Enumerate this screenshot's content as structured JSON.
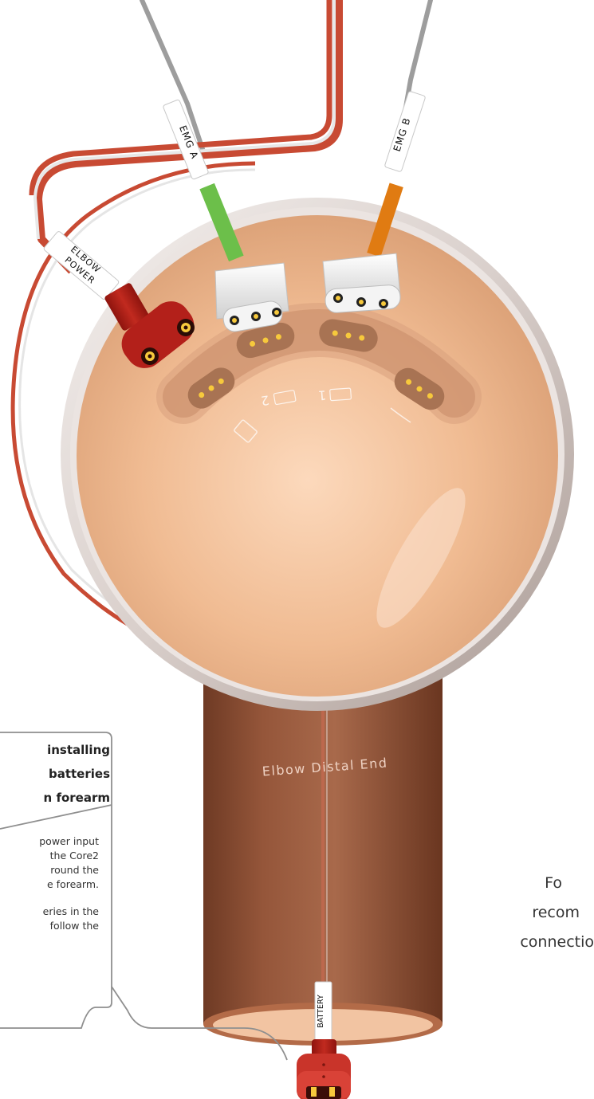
{
  "labels": {
    "emg_a": "EMG A",
    "emg_b": "EMG B",
    "elbow_power_line1": "ELBOW",
    "elbow_power_line2": "POWER",
    "elbow_distal_end": "Elbow Distal End",
    "battery": "BATTERY",
    "slot_number_2": "2",
    "slot_number_1": "1"
  },
  "callout": {
    "heading_lines": [
      "installing",
      "batteries",
      "n forearm"
    ],
    "body_lines": [
      "power input",
      "the  Core2",
      "round  the",
      "e forearm."
    ],
    "body_lines_2": [
      "eries in the",
      "follow  the"
    ]
  },
  "side_note": {
    "lines": [
      "Fo",
      "recom",
      "connectio"
    ]
  },
  "colors": {
    "emg_a_connector": "#6cbf4a",
    "emg_b_connector": "#e07b12",
    "power_connector": "#b5241a",
    "battery_connector": "#c9342a",
    "socket_skin": "#e9b088",
    "forearm": "#8a4a30",
    "cable_red": "#c84a33",
    "cable_grey": "#a8a8a8"
  }
}
